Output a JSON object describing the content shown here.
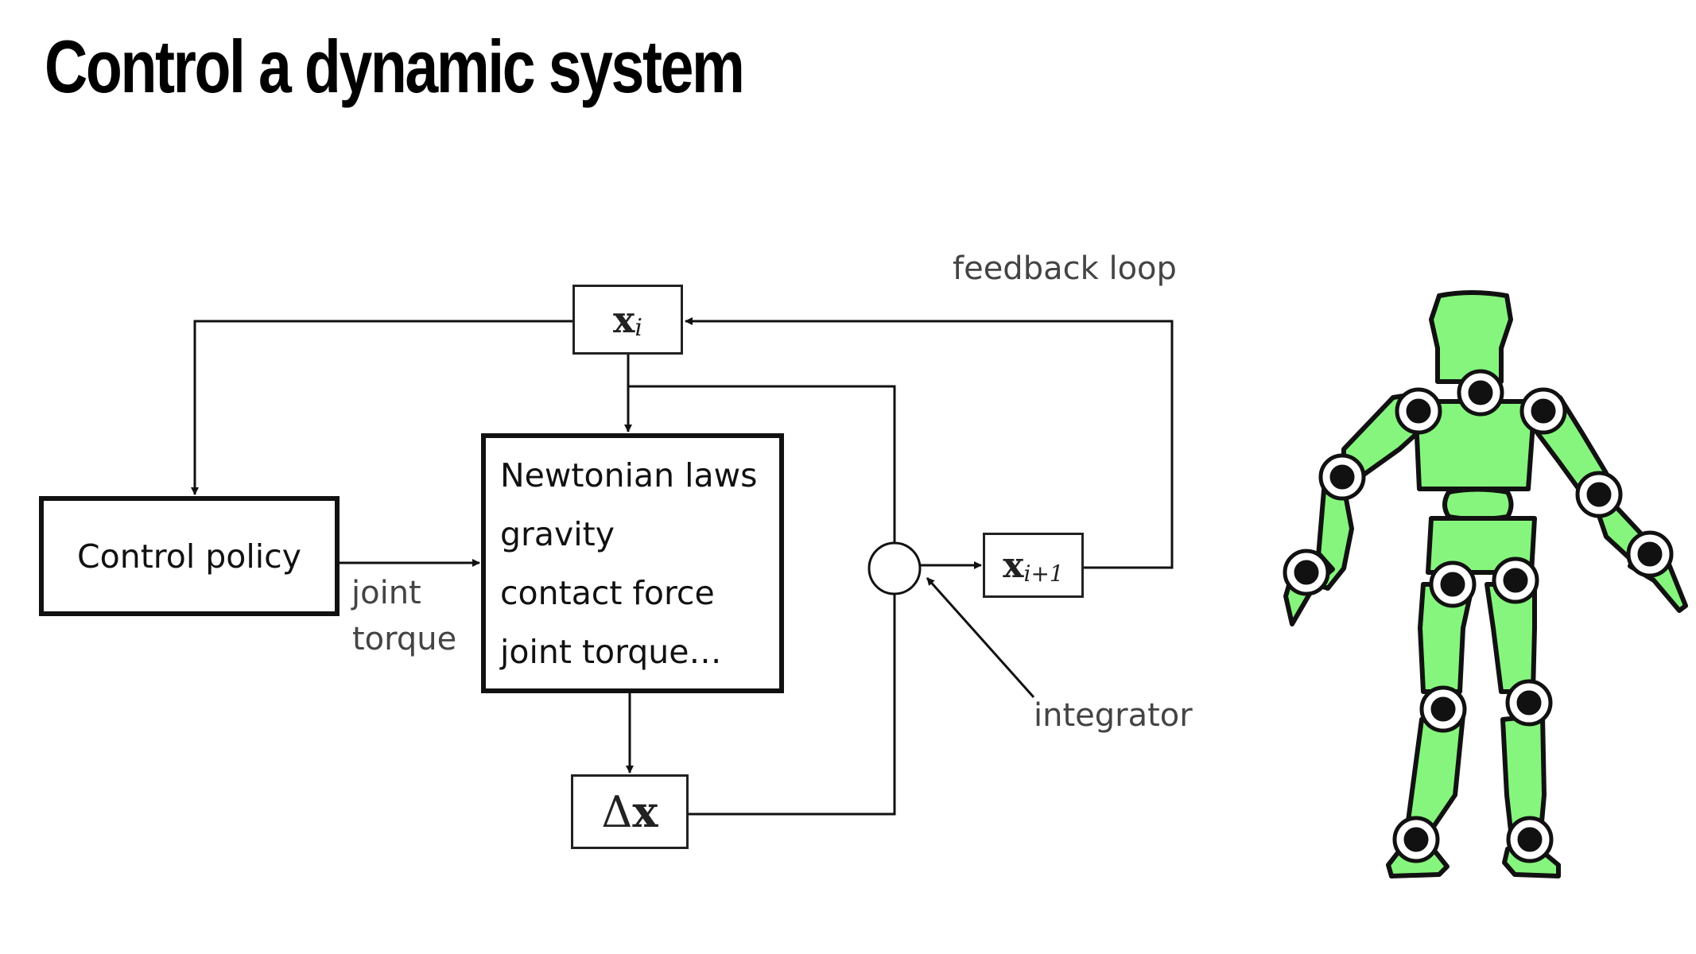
{
  "title": "Control a dynamic system",
  "diagram": {
    "control_policy": "Control policy",
    "dynamics_lines": [
      "Newtonian laws",
      "gravity",
      "contact force",
      "joint torque…"
    ],
    "state": {
      "symbol": "x",
      "subscript": "i"
    },
    "next_state": {
      "symbol": "x",
      "subscript": "i+1"
    },
    "delta": {
      "symbol": "Δ",
      "var": "x"
    },
    "labels": {
      "joint": "joint",
      "torque": "torque",
      "feedback": "feedback loop",
      "integrator": "integrator"
    }
  },
  "colors": {
    "figure_fill": "#86f57d",
    "outline": "#111111",
    "joint_dot": "#111111"
  }
}
